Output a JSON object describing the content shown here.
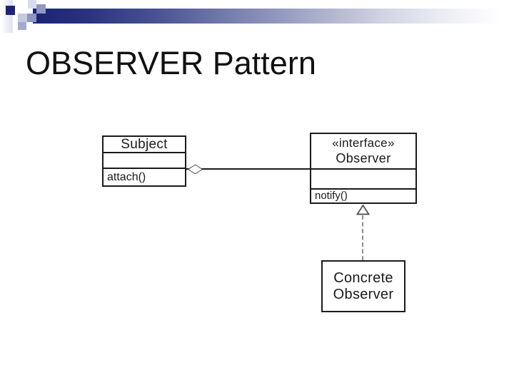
{
  "slide": {
    "title": "OBSERVER Pattern",
    "background_color": "#ffffff",
    "title_color": "#111111"
  },
  "header_decoration": {
    "bar_color_start": "#1b2376",
    "bar_color_end": "#ffffff",
    "accent_square_color": "#1d2676"
  },
  "uml": {
    "subject_class": {
      "name": "Subject",
      "attributes": [],
      "methods": [
        "attach()"
      ]
    },
    "observer_interface": {
      "stereotype": "«interface»",
      "name": "Observer",
      "attributes": [],
      "methods": [
        "notify()"
      ]
    },
    "concrete_observer_class": {
      "name": "Concrete Observer",
      "name_lines": [
        "Concrete",
        "Observer"
      ]
    },
    "relationships": {
      "aggregation": {
        "from": "Subject",
        "to": "Observer",
        "marker": "hollow-diamond",
        "line_style": "solid",
        "line_color": "#1a1a1a"
      },
      "realization": {
        "from": "Concrete Observer",
        "to": "Observer",
        "marker": "hollow-triangle",
        "line_style": "dashed",
        "line_color": "#8f8f8f"
      }
    }
  }
}
